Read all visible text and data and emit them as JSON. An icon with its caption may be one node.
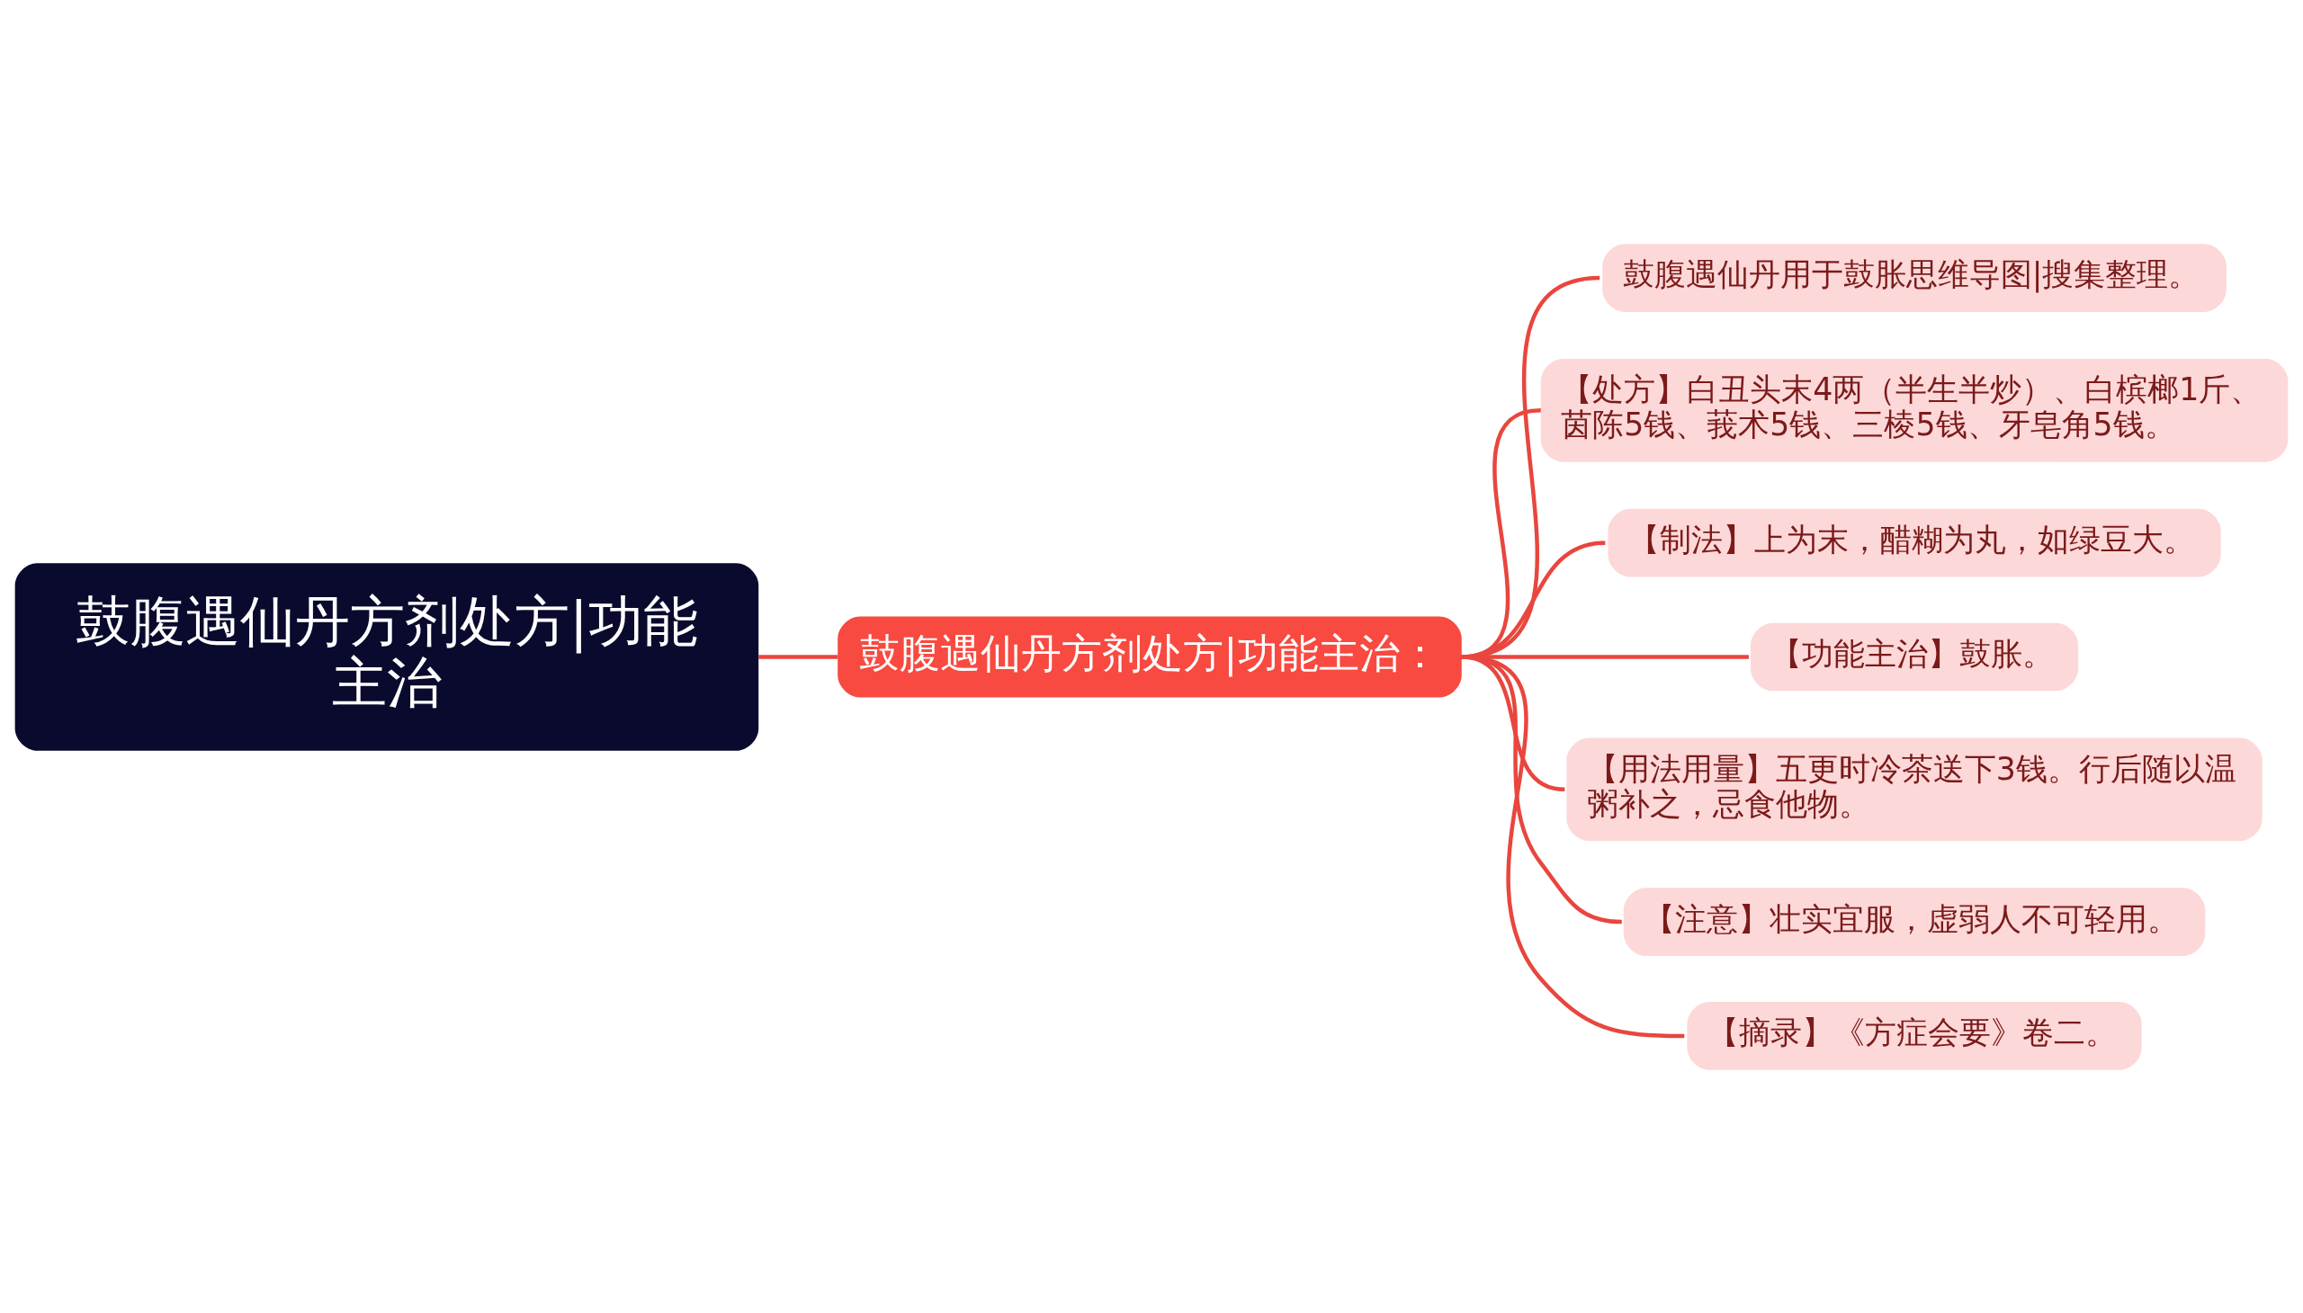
{
  "diagram": {
    "nodes": [
      {
        "text": [
          "鼓腹遇仙丹方剂处方|功能主治"
        ]
      },
      {
        "text": [
          "鼓腹遇仙丹方剂处方|功能主治："
        ]
      },
      {
        "text": [
          "鼓腹遇仙丹用于鼓胀思维导图|搜集整理。"
        ]
      },
      {
        "text": [
          "【处方】白丑头末4两（半生半炒）、白槟榔1斤、茵陈5钱、莪术5钱、三棱5钱、牙皂角5钱。"
        ]
      },
      {
        "text": [
          "【制法】上为末，醋糊为丸，如绿豆大。"
        ]
      },
      {
        "text": [
          "【功能主治】鼓胀。"
        ]
      },
      {
        "text": [
          "【用法用量】五更时冷茶送下3钱。行后随以温粥补之，忌食他物。"
        ]
      },
      {
        "text": [
          "【注意】壮实宜服，虚弱人不可轻用。"
        ]
      },
      {
        "text": [
          "【摘录】《方症会要》卷二。"
        ]
      }
    ],
    "edges": [
      {
        "from": 0,
        "to": 1,
        "arrow": "none"
      },
      {
        "from": 1,
        "to": 2,
        "arrow": "none"
      },
      {
        "from": 1,
        "to": 3,
        "arrow": "none"
      },
      {
        "from": 1,
        "to": 4,
        "arrow": "none"
      },
      {
        "from": 1,
        "to": 5,
        "arrow": "none"
      },
      {
        "from": 1,
        "to": 6,
        "arrow": "none"
      },
      {
        "from": 1,
        "to": 7,
        "arrow": "none"
      },
      {
        "from": 1,
        "to": 8,
        "arrow": "none"
      }
    ]
  }
}
